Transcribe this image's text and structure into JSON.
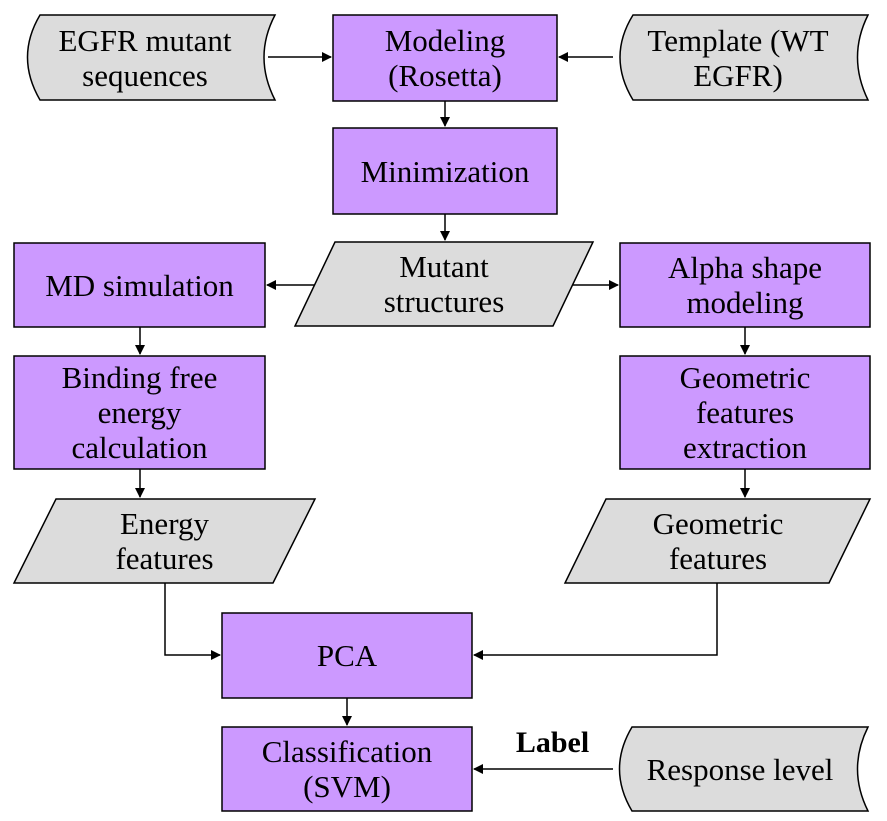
{
  "colors": {
    "process_fill": "#cc99ff",
    "data_fill": "#dcdcdc",
    "stroke": "#000000"
  },
  "nodes": {
    "egfr_mutant_sequences": "EGFR mutant\nsequences",
    "modeling_rosetta": "Modeling\n(Rosetta)",
    "template_wt_egfr": "Template (WT\nEGFR)",
    "minimization": "Minimization",
    "md_simulation": "MD simulation",
    "mutant_structures": "Mutant\nstructures",
    "alpha_shape_modeling": "Alpha shape\nmodeling",
    "binding_free_energy": "Binding free\nenergy\ncalculation",
    "geometric_features_extraction": "Geometric\nfeatures\nextraction",
    "energy_features": "Energy\nfeatures",
    "geometric_features": "Geometric\nfeatures",
    "pca": "PCA",
    "classification_svm": "Classification\n(SVM)",
    "response_level": "Response level"
  },
  "edge_labels": {
    "label": "Label"
  }
}
